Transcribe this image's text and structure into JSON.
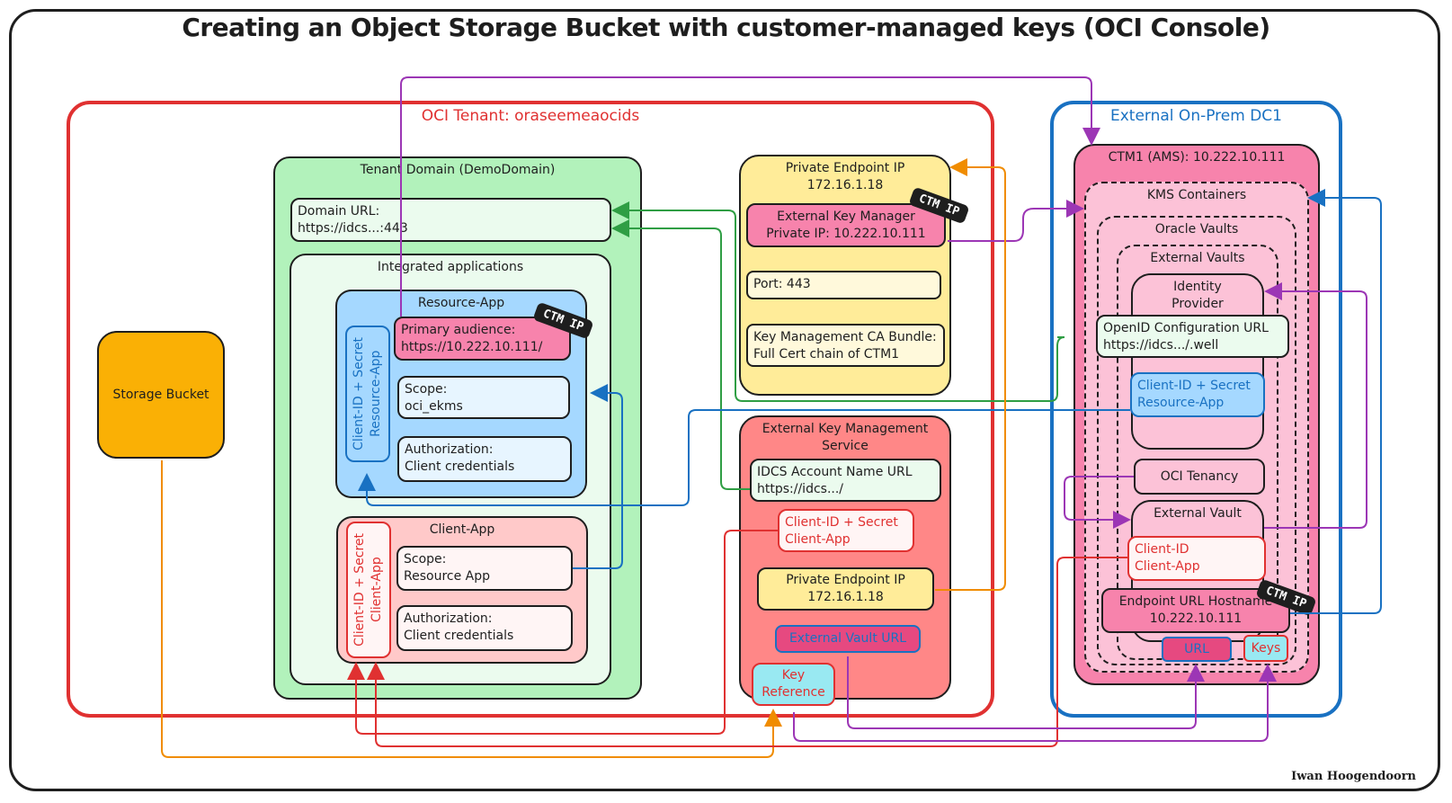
{
  "title": "Creating an Object Storage Bucket with customer-managed keys (OCI Console)",
  "author": "Iwan Hoogendoorn",
  "colors": {
    "tenant_border": "#e03131",
    "onprem_border": "#1971c2",
    "green_fill": "#b2f2bb",
    "blue_fill": "#a5d8ff",
    "red_fill": "#ffc9c9",
    "yellow_fill": "#ffec99",
    "salmon_fill": "#ff8787",
    "pink_fill": "#f783ac",
    "orange_fill": "#fab005",
    "cyan_fill": "#99e9f2",
    "arrow_purple": "#9c36b5",
    "arrow_green": "#2f9e44",
    "arrow_blue": "#1971c2",
    "arrow_red": "#e03131",
    "arrow_orange": "#f08c00"
  },
  "storage_bucket": {
    "label": "Storage Bucket"
  },
  "oci_tenant": {
    "label": "OCI Tenant: oraseemeaocids"
  },
  "tenant_domain": {
    "label": "Tenant Domain (DemoDomain)",
    "domain_url": [
      "Domain URL:",
      "https://idcs...:443"
    ],
    "integrated_apps": {
      "label": "Integrated applications",
      "resource_app": {
        "label": "Resource-App",
        "client_id_secret": [
          "Client-ID + Secret",
          "Resource-App"
        ],
        "primary_audience": [
          "Primary audience:",
          "https://10.222.10.111/"
        ],
        "ctm_tag": "CTM IP",
        "scope": [
          "Scope:",
          "oci_ekms"
        ],
        "authorization": [
          "Authorization:",
          "Client credentials"
        ]
      },
      "client_app": {
        "label": "Client-App",
        "client_id_secret": [
          "Client-ID + Secret",
          "Client-App"
        ],
        "scope": [
          "Scope:",
          "Resource App"
        ],
        "authorization": [
          "Authorization:",
          "Client credentials"
        ]
      }
    }
  },
  "private_endpoint": {
    "label": [
      "Private Endpoint IP",
      "172.16.1.18"
    ],
    "ekm": [
      "External Key Manager",
      "Private IP: 10.222.10.111"
    ],
    "ctm_tag": "CTM IP",
    "port": "Port: 443",
    "ca_bundle": [
      "Key Management CA Bundle:",
      "Full Cert chain of CTM1"
    ]
  },
  "ekms": {
    "label": [
      "External Key Management",
      "Service"
    ],
    "idcs_url": [
      "IDCS Account Name URL",
      "https://idcs.../"
    ],
    "client_id_secret": [
      "Client-ID + Secret",
      "Client-App"
    ],
    "private_endpoint": [
      "Private Endpoint IP",
      "172.16.1.18"
    ],
    "vault_url": "External Vault URL",
    "key_reference": [
      "Key",
      "Reference"
    ]
  },
  "onprem": {
    "label": "External On-Prem DC1",
    "ctm1": {
      "label": "CTM1 (AMS): 10.222.10.111",
      "kms_containers": "KMS Containers",
      "oracle_vaults": "Oracle Vaults",
      "external_vaults": "External Vaults",
      "identity_provider": {
        "label": [
          "Identity",
          "Provider"
        ],
        "openid_url": [
          "OpenID Configuration URL",
          "https://idcs.../.well"
        ],
        "client_id_secret": [
          "Client-ID + Secret",
          "Resource-App"
        ]
      },
      "oci_tenancy": "OCI Tenancy",
      "external_vault": {
        "label": "External Vault",
        "client_id": [
          "Client-ID",
          "Client-App"
        ]
      },
      "endpoint_hostname": [
        "Endpoint URL Hostname",
        "10.222.10.111"
      ],
      "ctm_tag": "CTM IP",
      "url_tag": "URL",
      "keys_tag": "Keys"
    }
  }
}
